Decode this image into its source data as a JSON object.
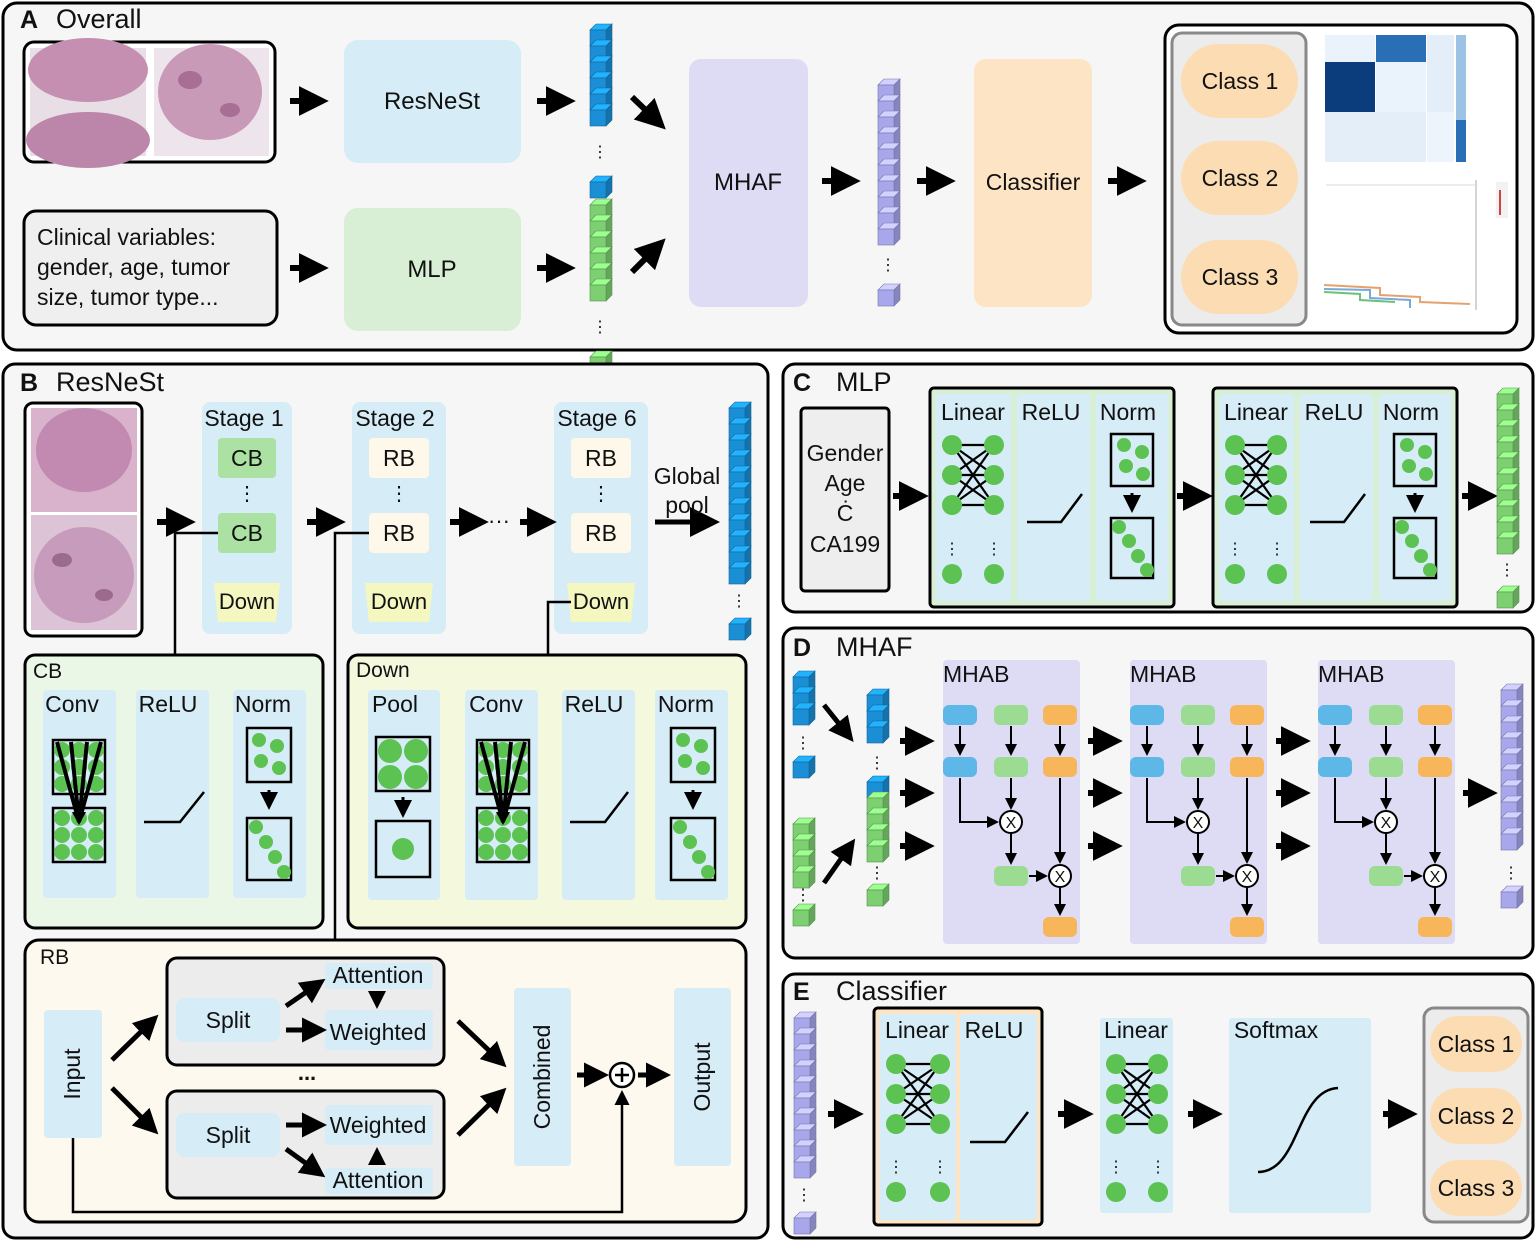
{
  "colors": {
    "resnest_box": "#d6ecf6",
    "mlp_box": "#d8efd5",
    "mhaf_box": "#dedcf5",
    "classifier_box": "#fde4c4",
    "class_pill": "#fbdcb3",
    "blue_cube": "#1b8fd6",
    "green_cube": "#7dcf72",
    "purple_cube": "#a8a7ec",
    "green_circle": "#5cc252",
    "orange_node": "#f7b659",
    "blue_node": "#5db8e8",
    "green_node": "#9bdc92",
    "cb_panel": "#eaf6e6",
    "down_panel": "#f4f8dc",
    "rb_panel": "#fdf9ee",
    "panel_bg": "#f6f6f6"
  },
  "panelA": {
    "letter": "A",
    "title": "Overall",
    "clinical_lines": [
      "Clinical variables:",
      "gender, age, tumor",
      "size, tumor type..."
    ],
    "resnest": "ResNeSt",
    "mlp": "MLP",
    "mhaf": "MHAF",
    "classifier": "Classifier",
    "classes": [
      "Class 1",
      "Class 2",
      "Class 3"
    ]
  },
  "panelB": {
    "letter": "B",
    "title": "ResNeSt",
    "stage1": "Stage 1",
    "stage2": "Stage 2",
    "stage6": "Stage 6",
    "cb": "CB",
    "rb": "RB",
    "down": "Down",
    "global_pool_lines": [
      "Global",
      "pool"
    ],
    "cb_panel": {
      "title": "CB",
      "conv": "Conv",
      "relu": "ReLU",
      "norm": "Norm"
    },
    "down_panel": {
      "title": "Down",
      "pool": "Pool",
      "conv": "Conv",
      "relu": "ReLU",
      "norm": "Norm"
    },
    "rb_panel": {
      "title": "RB",
      "input": "Input",
      "split": "Split",
      "attention": "Attention",
      "weighted": "Weighted",
      "combined": "Combined",
      "output": "Output",
      "ellipsis": "..."
    }
  },
  "panelC": {
    "letter": "C",
    "title": "MLP",
    "input_lines": [
      "Gender",
      "Age",
      "Ċ",
      "CA199"
    ],
    "linear": "Linear",
    "relu": "ReLU",
    "norm": "Norm"
  },
  "panelD": {
    "letter": "D",
    "title": "MHAF",
    "block": "MHAB",
    "mult": "X"
  },
  "panelE": {
    "letter": "E",
    "title": "Classifier",
    "linear": "Linear",
    "relu": "ReLU",
    "softmax": "Softmax",
    "classes": [
      "Class 1",
      "Class 2",
      "Class 3"
    ]
  }
}
